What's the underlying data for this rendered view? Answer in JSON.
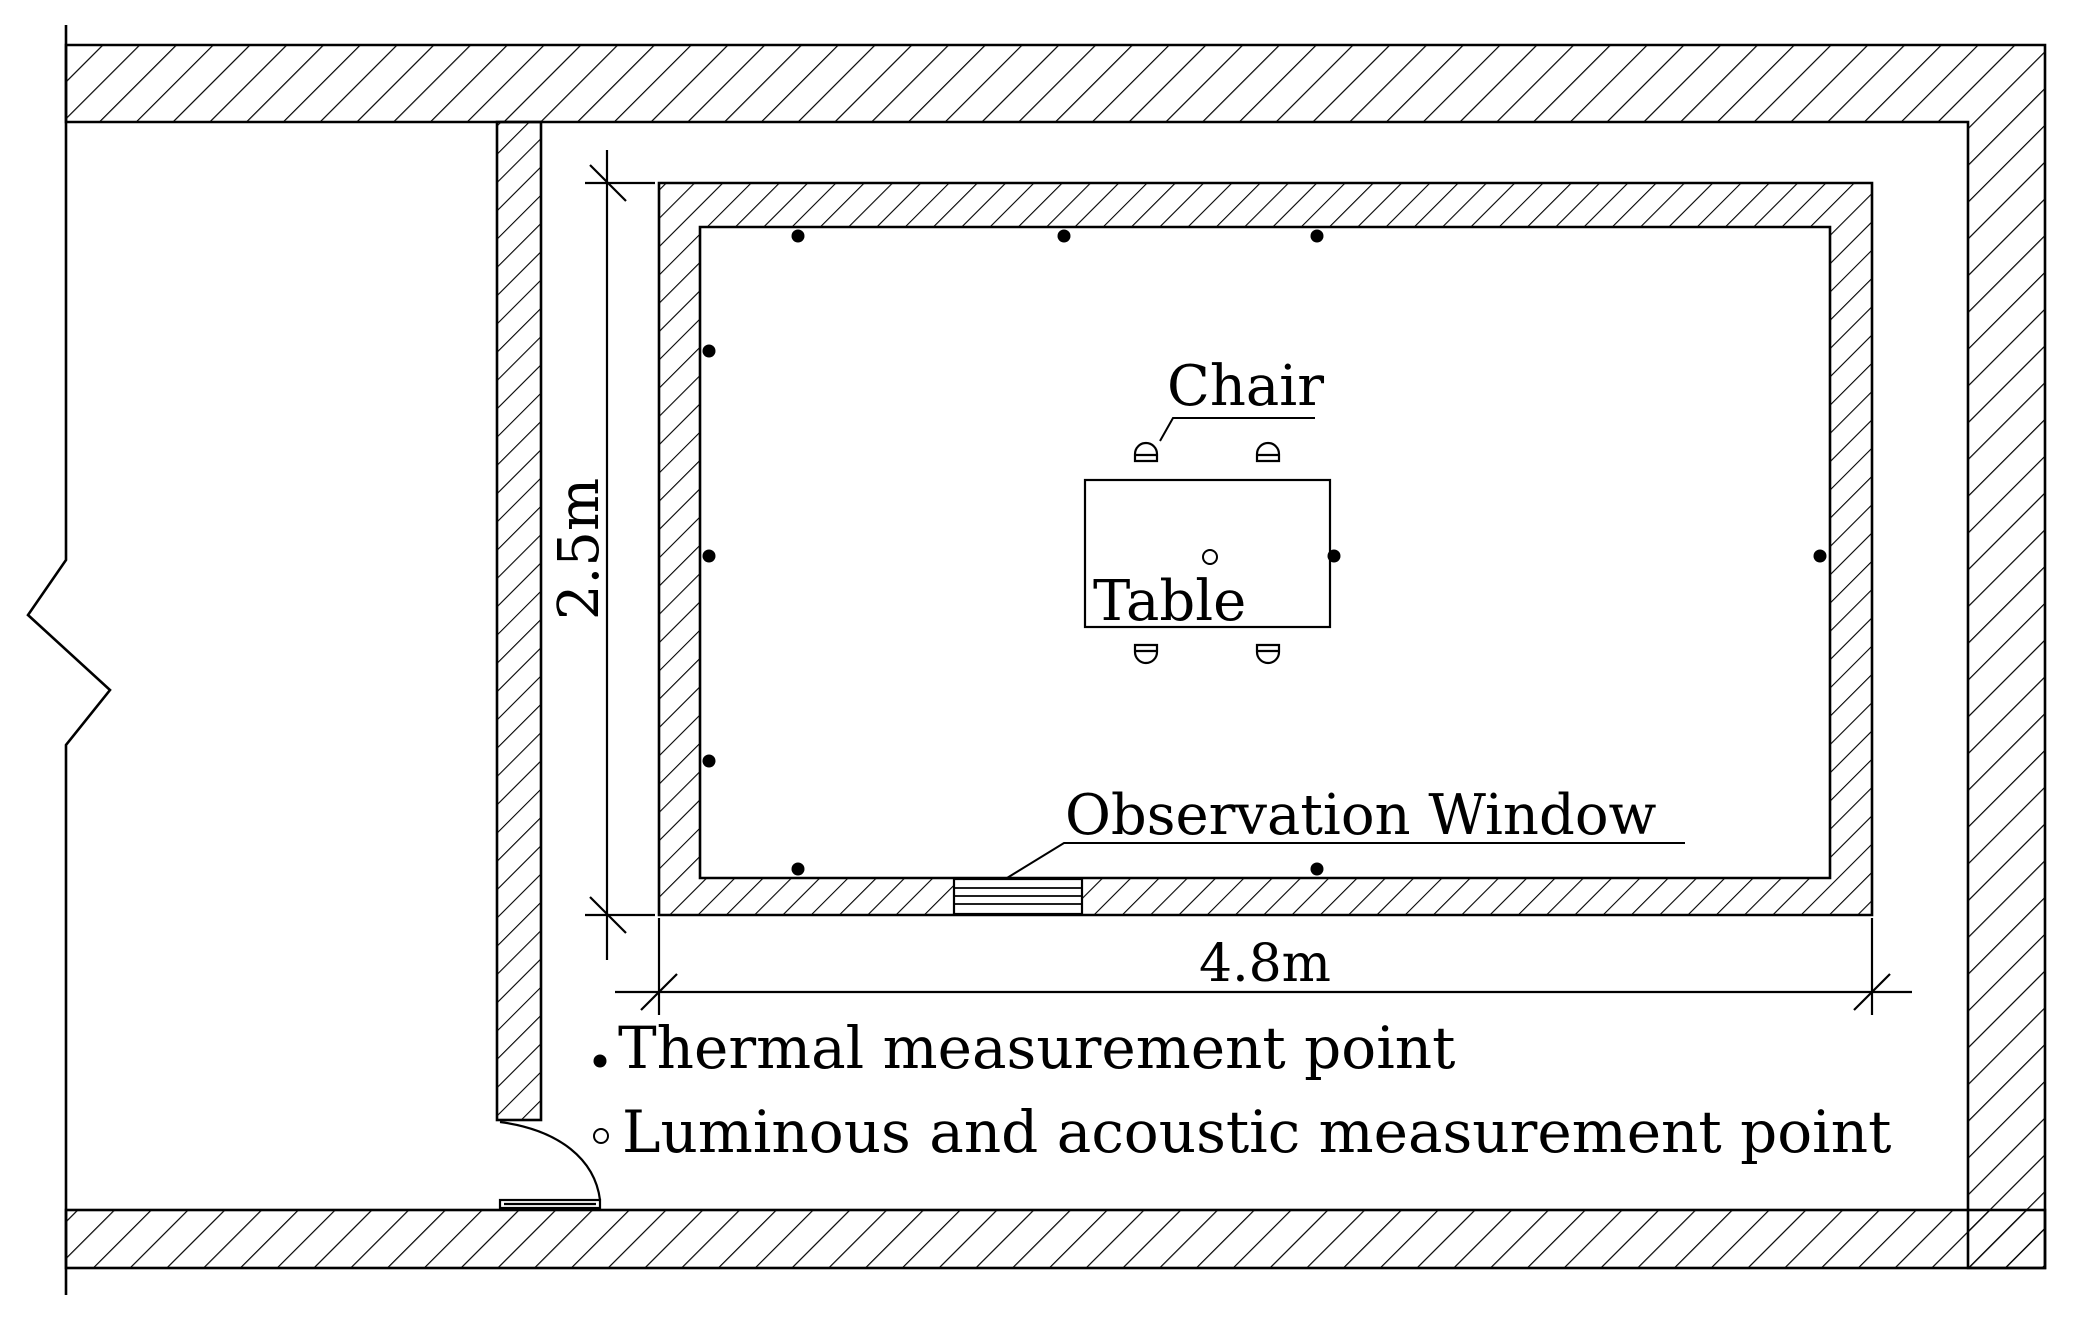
{
  "labels": {
    "chair": "Chair",
    "table": "Table",
    "window": "Observation Window",
    "height": "2.5m",
    "width": "4.8m"
  },
  "legend": [
    {
      "symbol": "filled-dot",
      "text": "Thermal measurement point"
    },
    {
      "symbol": "hollow-circle",
      "text": "Luminous and acoustic measurement point"
    }
  ],
  "colors": {
    "line": "#000000",
    "background": "#ffffff"
  }
}
